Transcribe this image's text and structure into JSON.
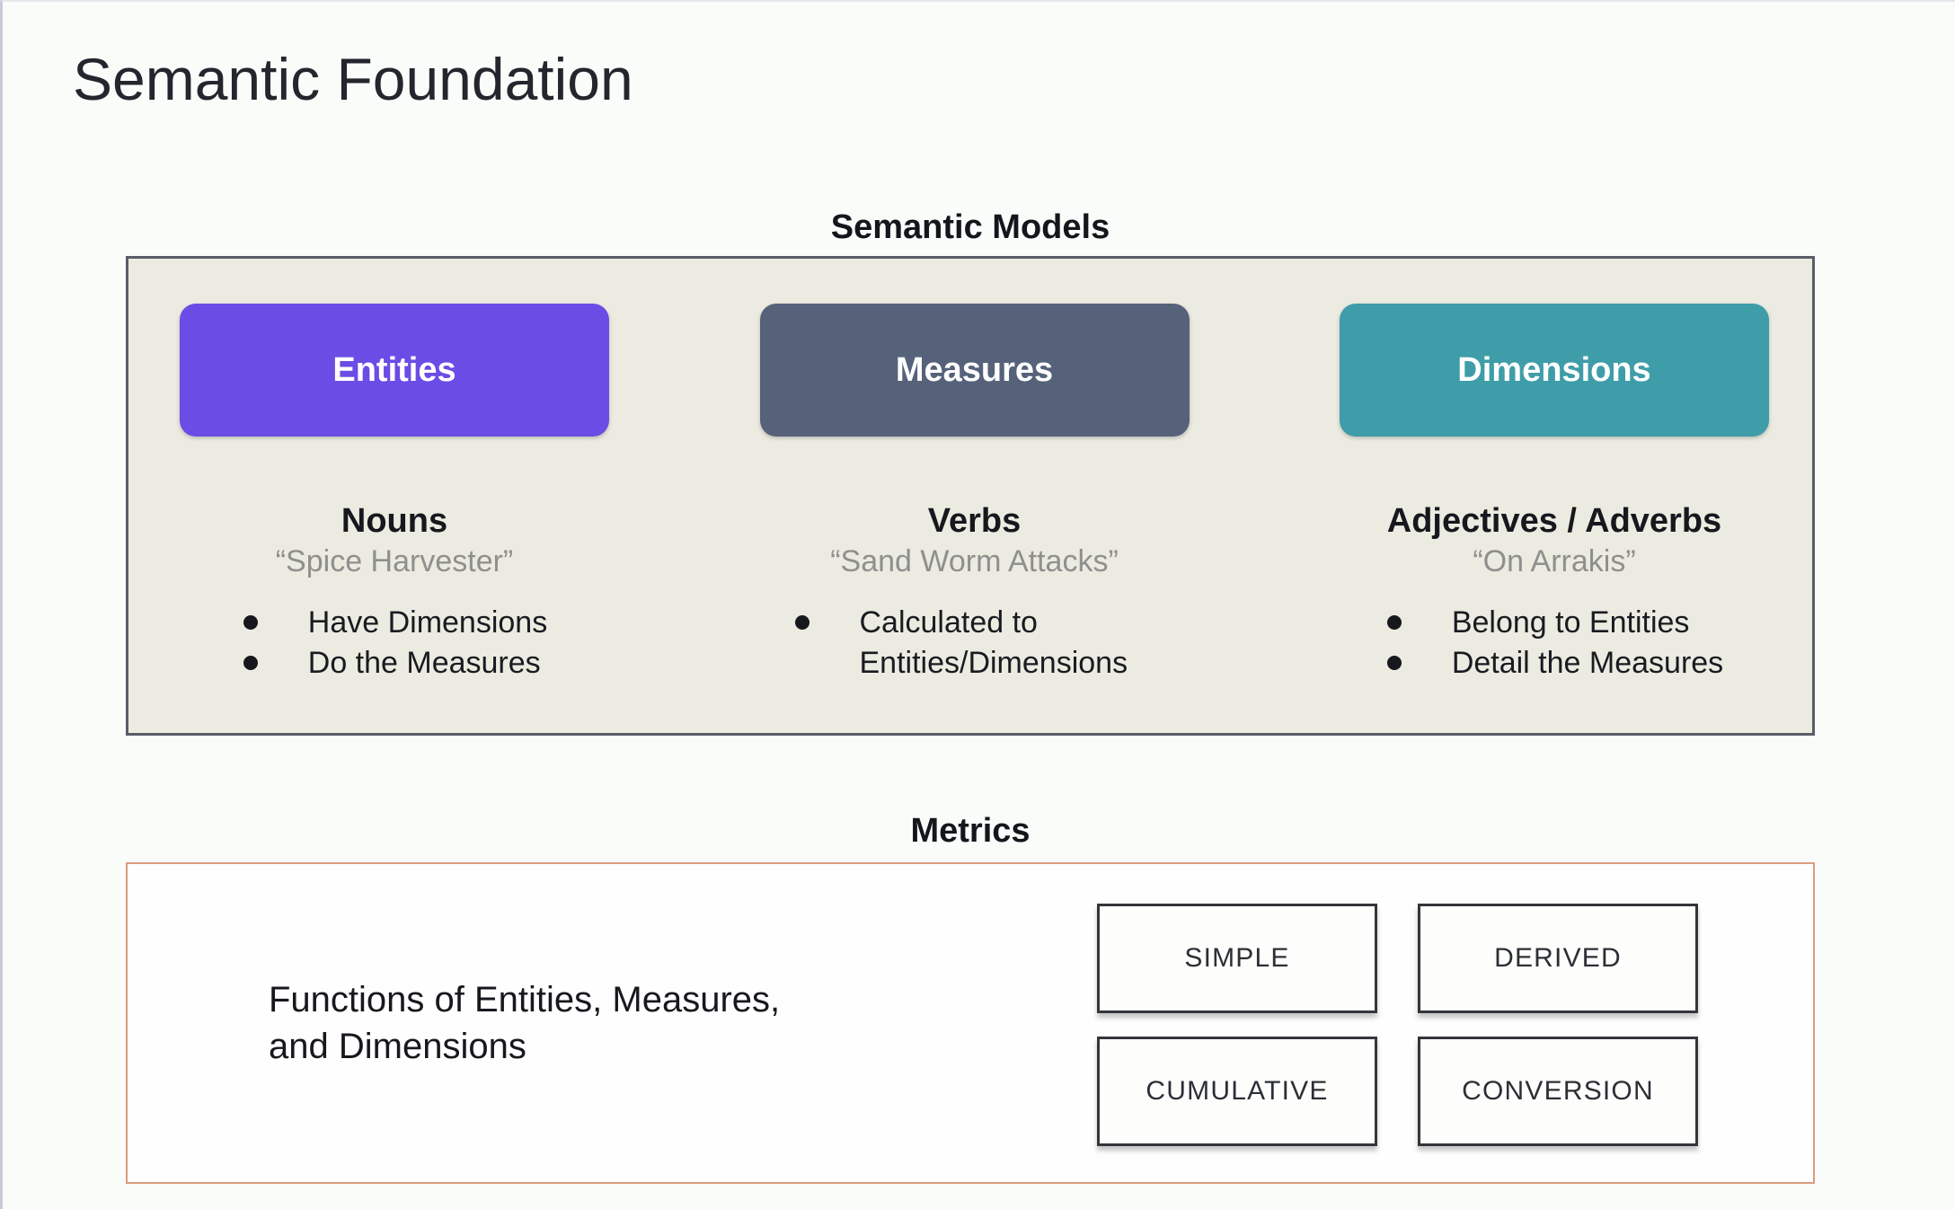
{
  "page": {
    "title": "Semantic Foundation"
  },
  "semantic_models": {
    "label": "Semantic Models",
    "panel_background": "#ECEBE1",
    "columns": [
      {
        "button": "Entities",
        "color": "#6B4CE5",
        "heading": "Nouns",
        "quote": "“Spice Harvester”",
        "bullets": [
          "Have Dimensions",
          "Do the Measures"
        ]
      },
      {
        "button": "Measures",
        "color": "#56627A",
        "heading": "Verbs",
        "quote": "“Sand Worm Attacks”",
        "bullets": [
          "Calculated to Entities/Dimensions"
        ]
      },
      {
        "button": "Dimensions",
        "color": "#3E9DA8",
        "heading": "Adjectives / Adverbs",
        "quote": "“On Arrakis”",
        "bullets": [
          "Belong to Entities",
          "Detail the Measures"
        ]
      }
    ]
  },
  "metrics": {
    "label": "Metrics",
    "description": "Functions of Entities, Measures,\nand Dimensions",
    "border_color": "#DC9B7F",
    "types": [
      "SIMPLE",
      "DERIVED",
      "CUMULATIVE",
      "CONVERSION"
    ]
  }
}
